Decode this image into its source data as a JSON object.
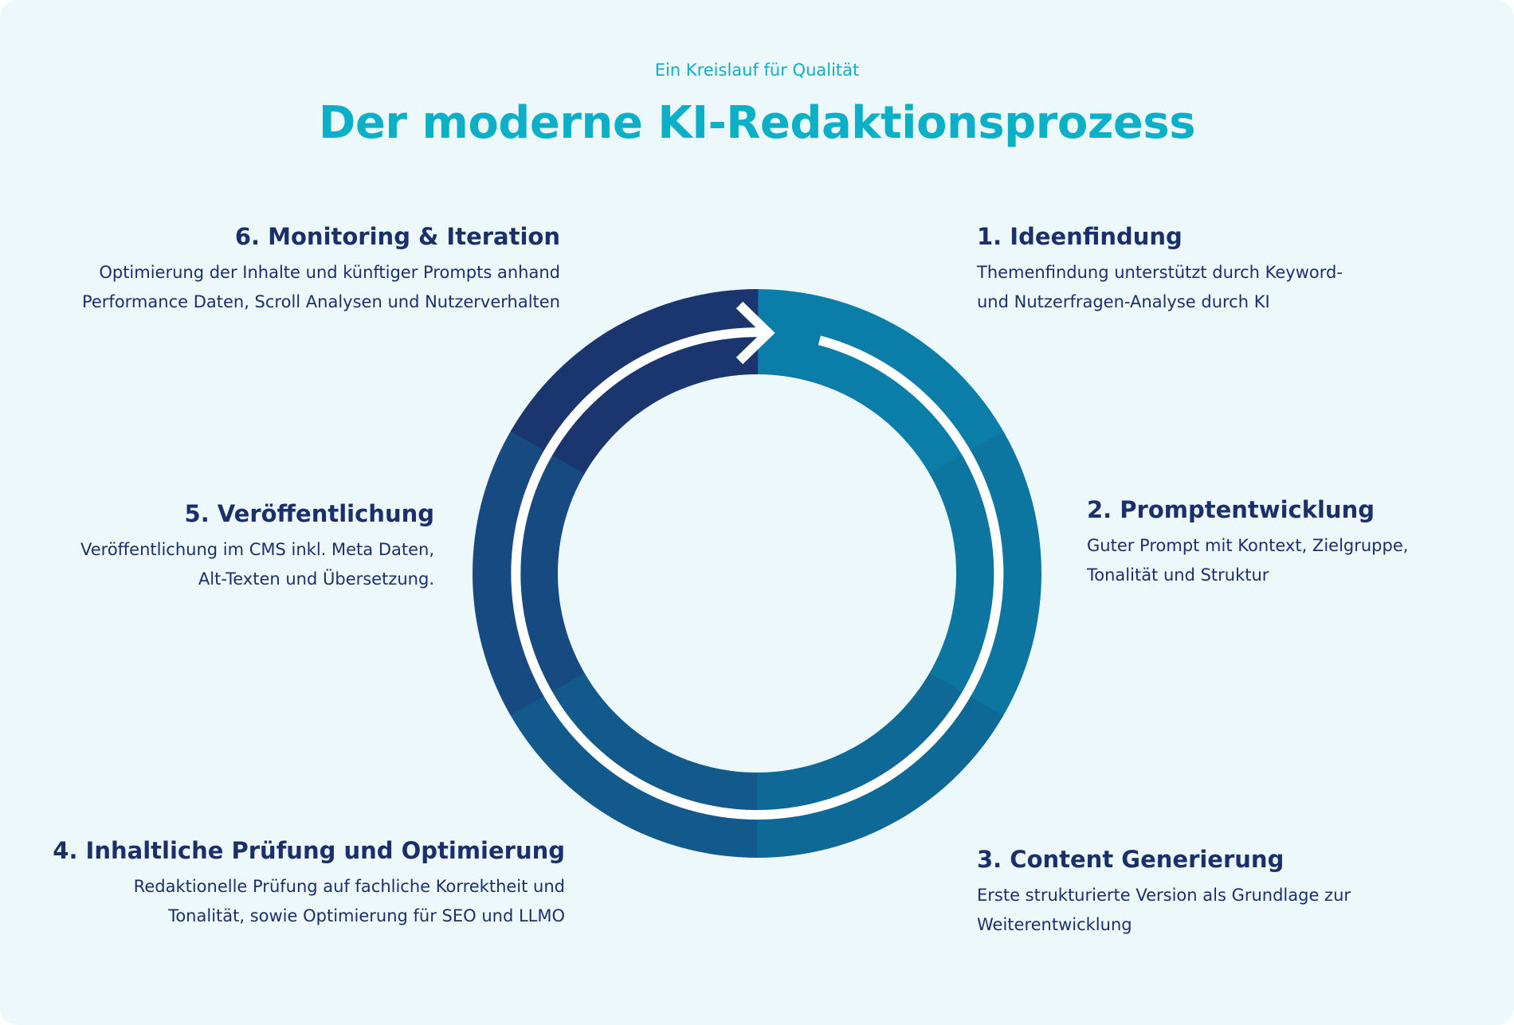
{
  "header": {
    "subtitle": "Ein Kreislauf für Qualität",
    "title": "Der moderne KI-Redaktionsprozess"
  },
  "steps": [
    {
      "title": "1. Ideenfindung",
      "lines": [
        "Themenfindung unterstützt durch Keyword-",
        "und Nutzerfragen-Analyse durch KI"
      ],
      "color": "#0a7ea8"
    },
    {
      "title": "2. Promptentwicklung",
      "lines": [
        "Guter Prompt mit Kontext, Zielgruppe,",
        "Tonalität und Struktur"
      ],
      "color": "#0d76a0"
    },
    {
      "title": "3. Content Generierung",
      "lines": [
        "Erste strukturierte Version als Grundlage zur",
        "Weiterentwicklung"
      ],
      "color": "#0f6996"
    },
    {
      "title": "4. Inhaltliche Prüfung und Optimierung",
      "lines": [
        "Redaktionelle Prüfung auf fachliche Korrektheit und",
        "Tonalität, sowie Optimierung für SEO und LLMO"
      ],
      "color": "#135a8c"
    },
    {
      "title": "5. Veröffentlichung",
      "lines": [
        "Veröffentlichung im CMS inkl. Meta Daten,",
        "Alt-Texten und Übersetzung."
      ],
      "color": "#174a80"
    },
    {
      "title": "6. Monitoring & Iteration",
      "lines": [
        "Optimierung der Inhalte und künftiger Prompts anhand",
        "Performance Daten, Scroll Analysen und Nutzerverhalten"
      ],
      "color": "#1b366e"
    }
  ],
  "colors": {
    "accent": "#0ab0c8",
    "text": "#1b2f6b",
    "background": "#edf8fa",
    "arrow": "#ffffff"
  }
}
